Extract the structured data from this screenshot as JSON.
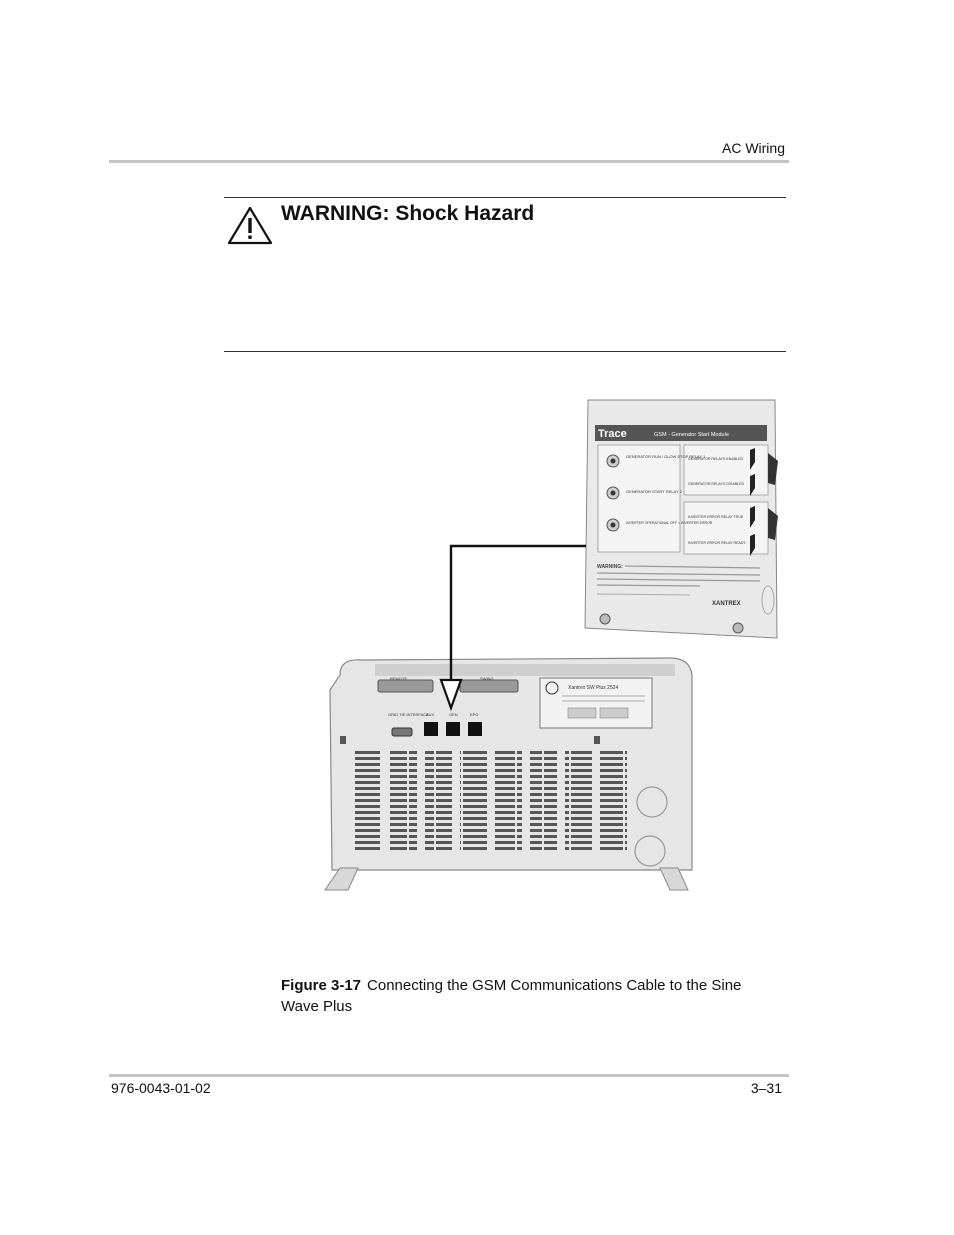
{
  "header": {
    "section": "AC Wiring"
  },
  "warning": {
    "title": "WARNING: Shock Hazard"
  },
  "figure": {
    "gsm_brand": "Trace",
    "gsm_title": "GSM - Generator Start Module",
    "gsm_labels": [
      "GENERATOR RUN / GLOW STOP RELAY 1",
      "GENERATOR START RELAY 2",
      "INVERTER OPERATIONAL OFF = INVERTER ERROR",
      "GENERATOR RELAYS ENABLED",
      "GENERATOR RELAYS DISABLED",
      "INVERTER ERROR RELAY TRUE",
      "INVERTER ERROR RELAY READY"
    ],
    "gsm_warning": "WARNING:",
    "gsm_maker": "XANTREX",
    "inv_ports": [
      "GRID TIE INTERFACE",
      "AUX",
      "GEN",
      "EPO"
    ],
    "inv_top_labels": [
      "REMOTE",
      "SWING"
    ],
    "inv_plate": "Xantrex SW Plus 2524"
  },
  "caption": {
    "label": "Figure 3-17",
    "text": "Connecting the GSM Communications Cable to the Sine Wave Plus"
  },
  "footer": {
    "doc_number": "976-0043-01-02",
    "page": "3–31"
  }
}
